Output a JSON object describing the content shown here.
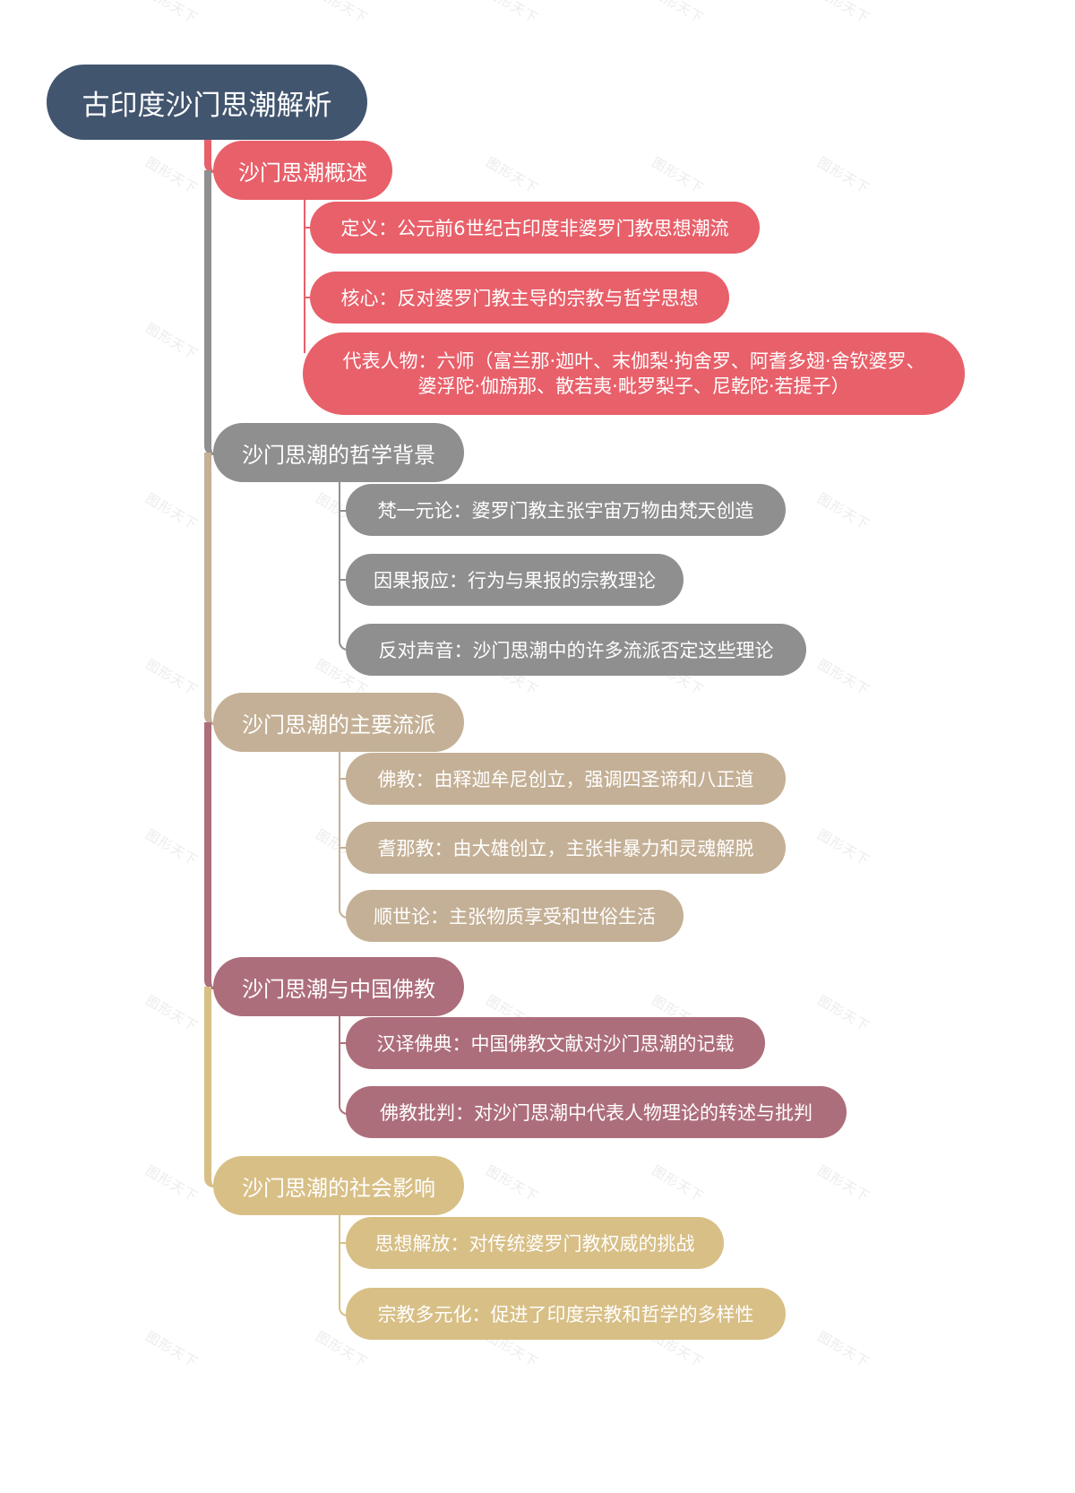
{
  "root": {
    "label": "古印度沙门思潮解析",
    "color": "#42556f"
  },
  "watermark": "图形天下",
  "branches": [
    {
      "label": "沙门思潮概述",
      "color": "#e8606a",
      "children": [
        {
          "label": "定义：公元前6世纪古印度非婆罗门教思想潮流"
        },
        {
          "label": "核心：反对婆罗门教主导的宗教与哲学思想"
        },
        {
          "line1": "代表人物：六师（富兰那·迦叶、末伽梨·拘舍罗、阿耆多翅·舍钦婆罗、",
          "line2": "婆浮陀·伽旃那、散若夷·毗罗梨子、尼乾陀·若提子）"
        }
      ]
    },
    {
      "label": "沙门思潮的哲学背景",
      "color": "#8f8f8f",
      "children": [
        {
          "label": "梵一元论：婆罗门教主张宇宙万物由梵天创造"
        },
        {
          "label": "因果报应：行为与果报的宗教理论"
        },
        {
          "label": "反对声音：沙门思潮中的许多流派否定这些理论"
        }
      ]
    },
    {
      "label": "沙门思潮的主要流派",
      "color": "#c4b096",
      "children": [
        {
          "label": "佛教：由释迦牟尼创立，强调四圣谛和八正道"
        },
        {
          "label": "耆那教：由大雄创立，主张非暴力和灵魂解脱"
        },
        {
          "label": "顺世论：主张物质享受和世俗生活"
        }
      ]
    },
    {
      "label": "沙门思潮与中国佛教",
      "color": "#ad6e7b",
      "children": [
        {
          "label": "汉译佛典：中国佛教文献对沙门思潮的记载"
        },
        {
          "label": "佛教批判：对沙门思潮中代表人物理论的转述与批判"
        }
      ]
    },
    {
      "label": "沙门思潮的社会影响",
      "color": "#d8bf86",
      "children": [
        {
          "label": "思想解放：对传统婆罗门教权威的挑战"
        },
        {
          "label": "宗教多元化：促进了印度宗教和哲学的多样性"
        }
      ]
    }
  ]
}
